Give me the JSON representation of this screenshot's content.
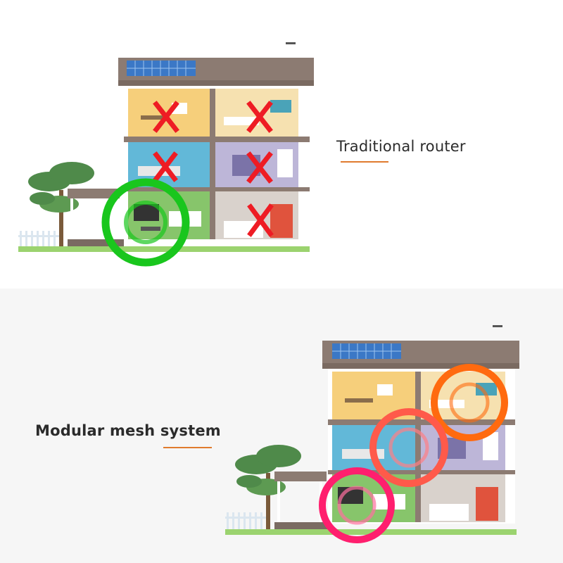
{
  "sections": [
    {
      "caption": "Traditional router"
    },
    {
      "caption": "Modular mesh system"
    }
  ],
  "colors": {
    "accent_underline": "#e07b2e",
    "router_ring": "#19c61d",
    "no_signal_x": "#ee1c24",
    "mesh_ring_1": "#ff6a0f",
    "mesh_ring_2": "#ff5a4a",
    "mesh_ring_3": "#ff1f6e"
  },
  "icons": [
    "house-illustration",
    "tree-illustration",
    "solar-panel",
    "no-signal-x-icon",
    "signal-ring"
  ]
}
